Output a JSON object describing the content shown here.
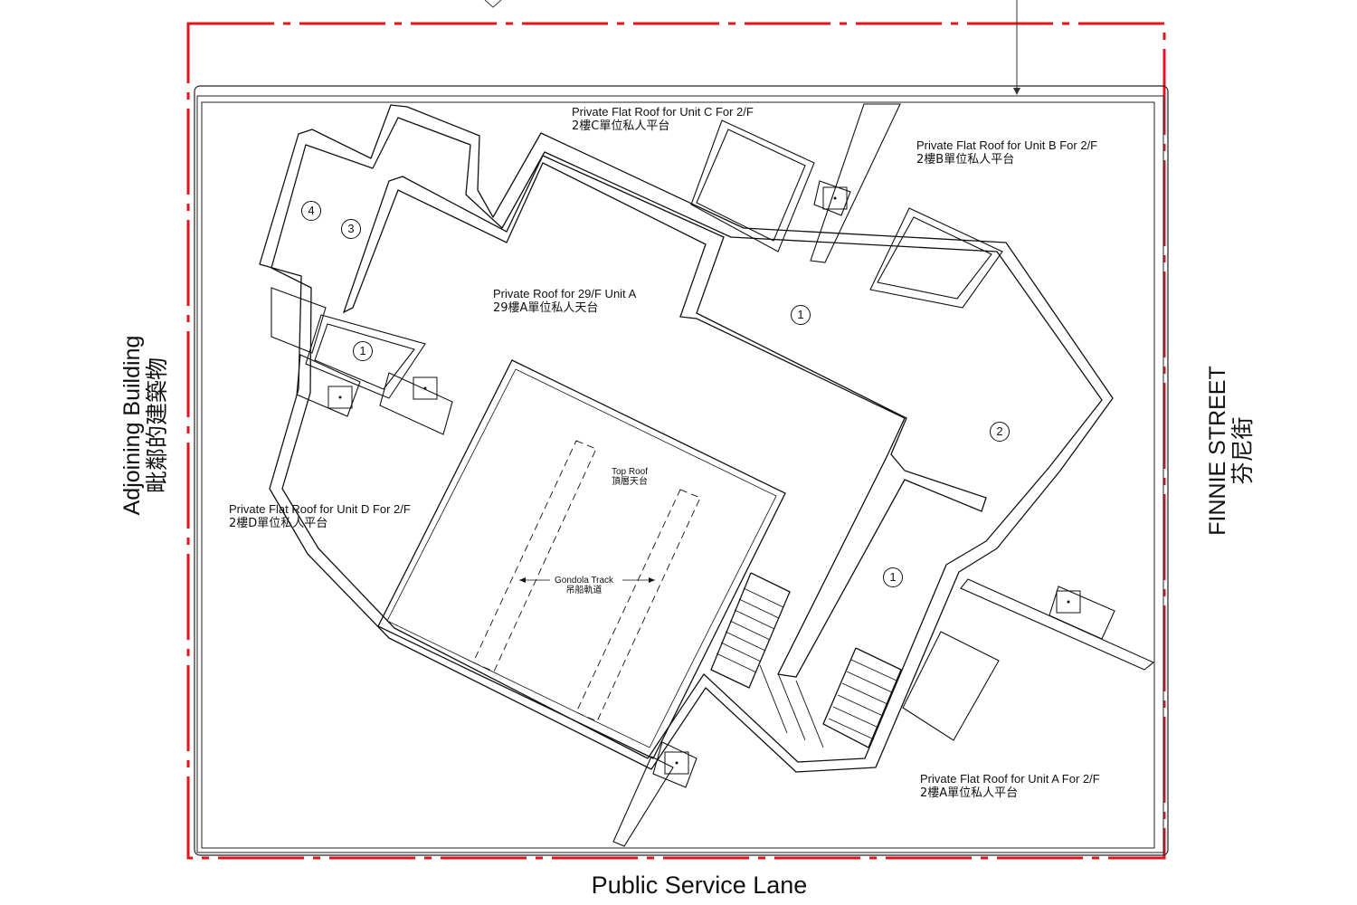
{
  "streets": {
    "left": {
      "en": "Adjoining Building",
      "zh": "毗鄰的建築物"
    },
    "right": {
      "en": "FINNIE STREET",
      "zh": "芬尼街"
    },
    "bottom": {
      "en": "Public Service Lane"
    }
  },
  "areas": {
    "unit_c_2f": {
      "en": "Private Flat Roof for Unit C  For 2/F",
      "zh": "2樓C單位私人平台"
    },
    "unit_b_2f": {
      "en": "Private Flat Roof for Unit B For 2/F",
      "zh": "2樓B單位私人平台"
    },
    "unit_a_29f": {
      "en": "Private Roof for 29/F Unit A",
      "zh": "29樓A單位私人天台"
    },
    "unit_d_2f": {
      "en": "Private Flat Roof for Unit D For 2/F",
      "zh": "2樓D單位私人平台"
    },
    "unit_a_2f": {
      "en": "Private Flat Roof for Unit A For 2/F",
      "zh": "2樓A單位私人平台"
    },
    "top_roof": {
      "en": "Top Roof",
      "zh": "頂層天台"
    },
    "gondola": {
      "en": "Gondola Track",
      "zh": "吊船軌道"
    }
  },
  "markers": {
    "m4": "4",
    "m3": "3",
    "m1_left": "1",
    "m1_top": "1",
    "m2": "2",
    "m1_right": "1"
  },
  "colors": {
    "boundary": "#e8141c",
    "line": "#111111"
  }
}
